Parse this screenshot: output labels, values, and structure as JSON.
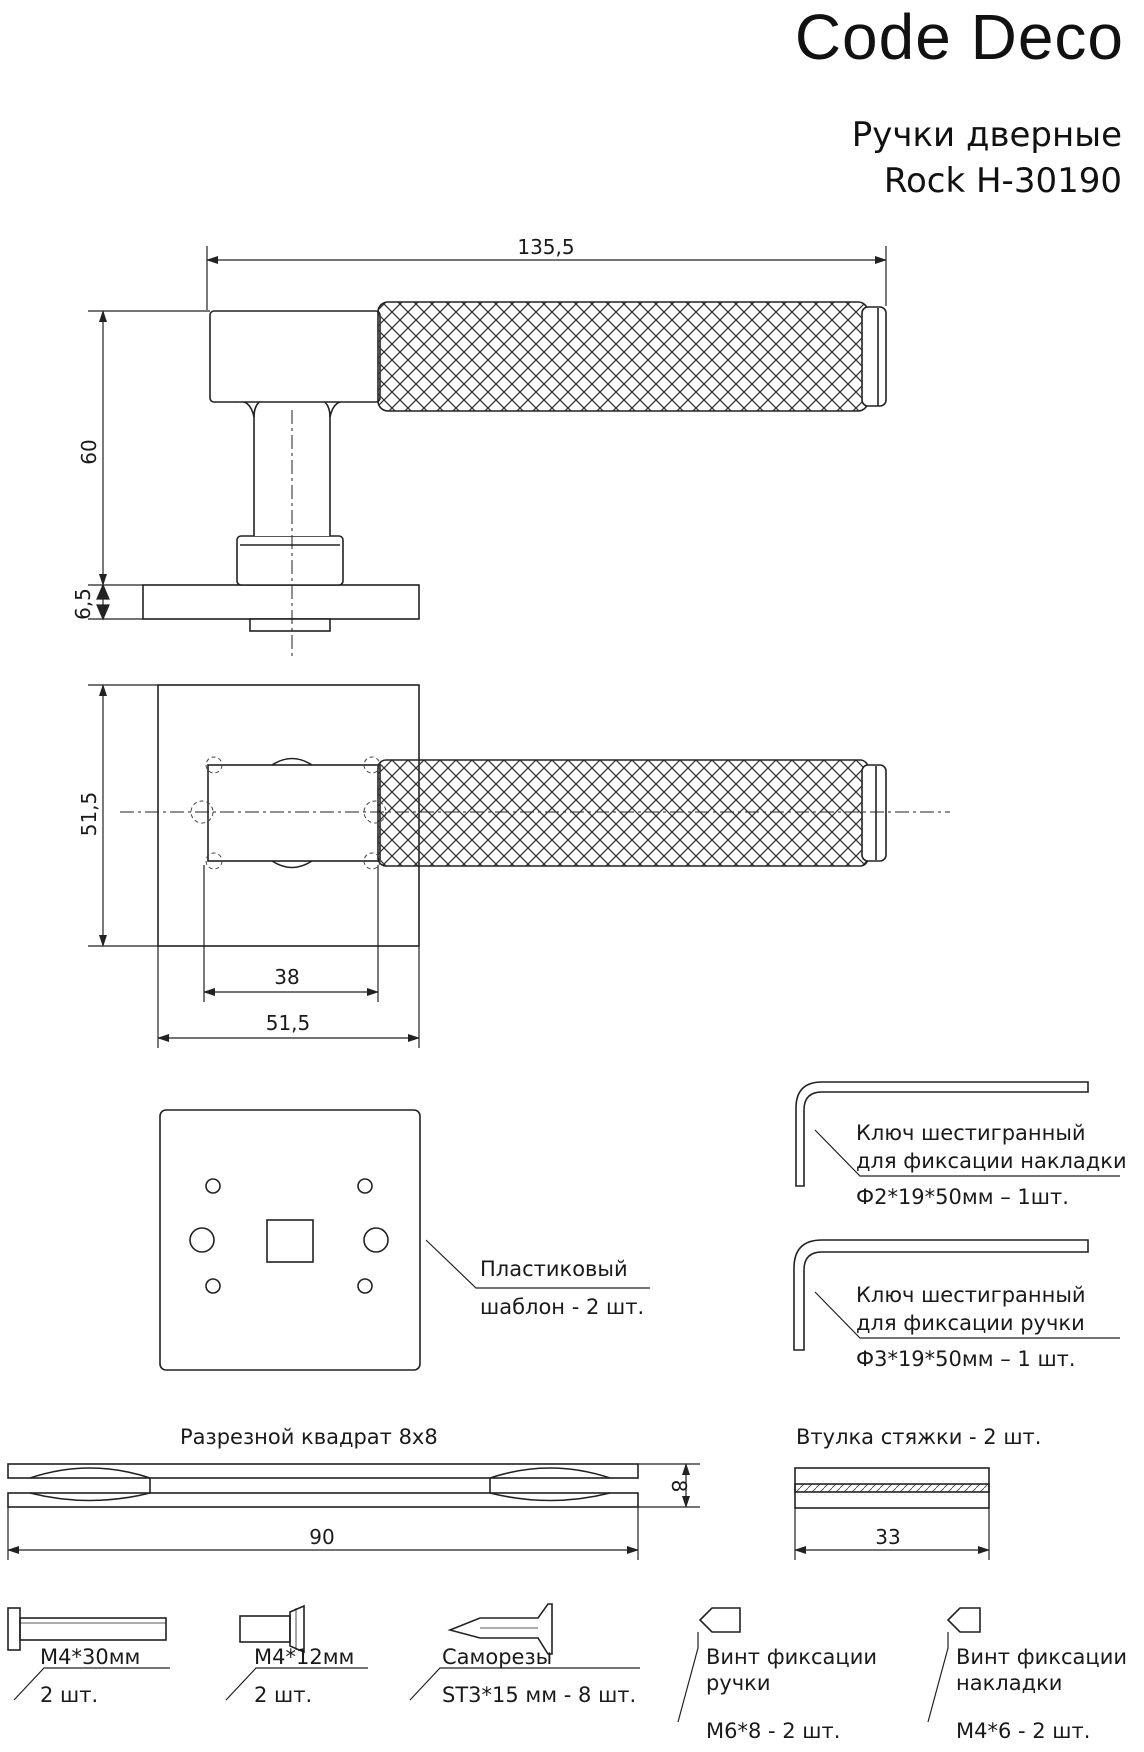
{
  "header": {
    "brand": "Code Deco",
    "product_type": "Ручки дверные",
    "model": "Rock H-30190"
  },
  "dimensions": {
    "handle_length": "135,5",
    "handle_height": "60",
    "rosette_thickness": "6,5",
    "rosette_height": "51,5",
    "grip_offset": "38",
    "rosette_width": "51,5",
    "square_length": "90",
    "square_side": "8",
    "bushing_length": "33"
  },
  "parts": {
    "template_line1": "Пластиковый",
    "template_line2": "шаблон - 2 шт.",
    "key1_line1": "Ключ шестигранный",
    "key1_line2": "для фиксации накладки",
    "key1_line3": "Ф2*19*50мм – 1шт.",
    "key2_line1": "Ключ шестигранный",
    "key2_line2": "для фиксации ручки",
    "key2_line3": "Ф3*19*50мм – 1 шт.",
    "square_label": "Разрезной квадрат 8х8",
    "bushing_label": "Втулка стяжки - 2 шт.",
    "screw1_name": "M4*30мм",
    "screw1_qty": "2 шт.",
    "screw2_name": "M4*12мм",
    "screw2_qty": "2 шт.",
    "screw3_name": "Саморезы",
    "screw3_qty": "ST3*15 мм - 8 шт.",
    "screw4_line1": "Винт фиксации",
    "screw4_line2": "ручки",
    "screw4_qty": "M6*8 - 2 шт.",
    "screw5_line1": "Винт фиксации",
    "screw5_line2": "накладки",
    "screw5_qty": "M4*6 - 2 шт."
  }
}
